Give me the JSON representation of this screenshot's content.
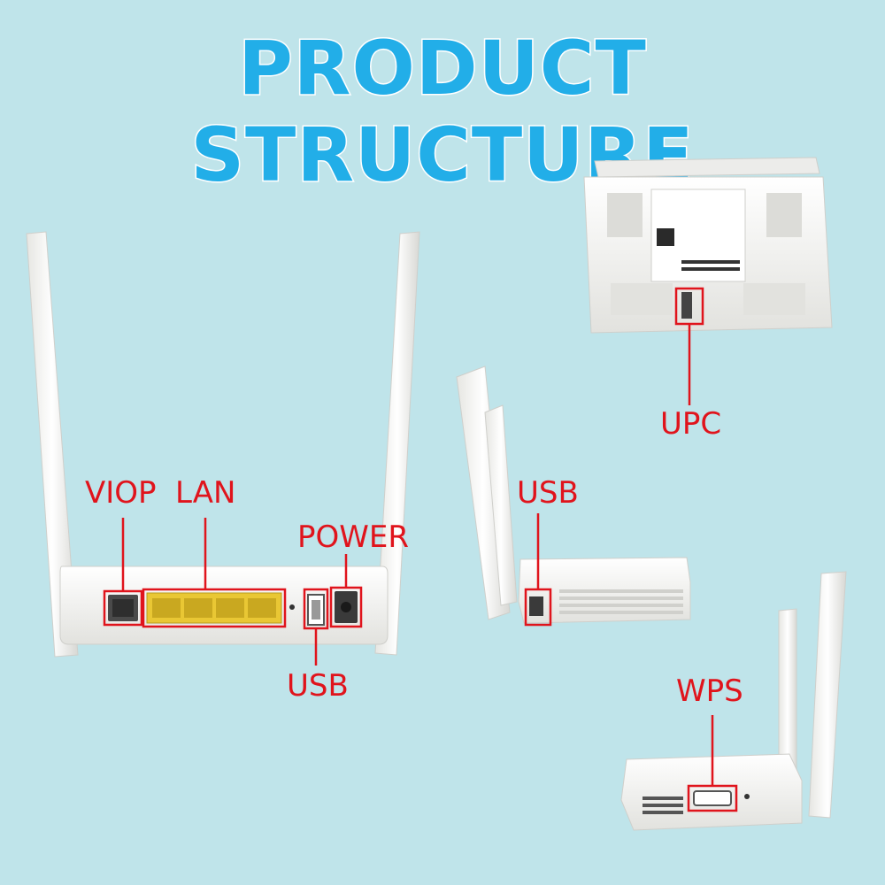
{
  "title": "PRODUCT STRUCTURE",
  "labels": {
    "viop": "VIOP",
    "lan": "LAN",
    "power": "POWER",
    "usb_main": "USB",
    "upc": "UPC",
    "usb_side": "USB",
    "wps": "WPS"
  },
  "colors": {
    "background": "#bfe4ea",
    "title": "#22aee8",
    "callout": "#e0141c",
    "device": "#f4f4f2"
  }
}
